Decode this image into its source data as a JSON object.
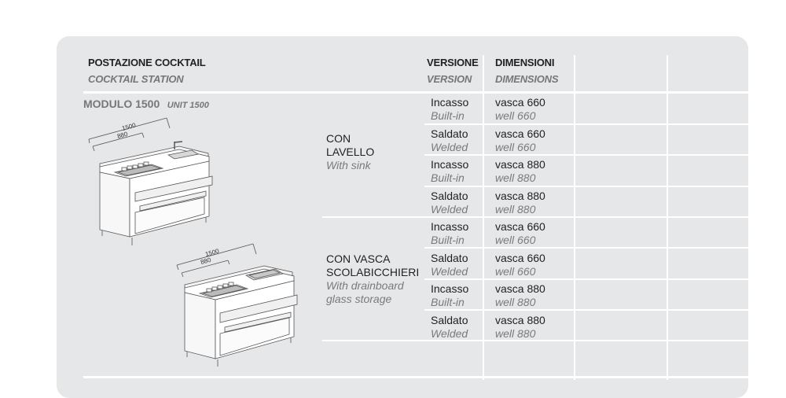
{
  "header": {
    "station_it": "POSTAZIONE COCKTAIL",
    "station_en": "COCKTAIL STATION",
    "version_it": "VERSIONE",
    "version_en": "VERSION",
    "dimensions_it": "DIMENSIONI",
    "dimensions_en": "DIMENSIONS"
  },
  "module": {
    "label": "MODULO 1500",
    "label_en": "UNIT 1500"
  },
  "drawing_top": {
    "width_total": "1500",
    "width_basin": "880"
  },
  "drawing_bottom": {
    "width_total": "1500",
    "width_basin": "880"
  },
  "groups": [
    {
      "line1": "CON",
      "line2": "LAVELLO",
      "en": "With sink"
    },
    {
      "line1": "CON VASCA",
      "line2": "SCOLABICCHIERI",
      "en1": "With drainboard",
      "en2": "glass storage"
    }
  ],
  "rows": [
    {
      "version": "Incasso",
      "version_en": "Built-in",
      "dim": "vasca 660",
      "dim_en": "well 660"
    },
    {
      "version": "Saldato",
      "version_en": "Welded",
      "dim": "vasca 660",
      "dim_en": "well 660"
    },
    {
      "version": "Incasso",
      "version_en": "Built-in",
      "dim": "vasca 880",
      "dim_en": "well 880"
    },
    {
      "version": "Saldato",
      "version_en": "Welded",
      "dim": "vasca 880",
      "dim_en": "well 880"
    },
    {
      "version": "Incasso",
      "version_en": "Built-in",
      "dim": "vasca 660",
      "dim_en": "well 660"
    },
    {
      "version": "Saldato",
      "version_en": "Welded",
      "dim": "vasca 660",
      "dim_en": "well 660"
    },
    {
      "version": "Incasso",
      "version_en": "Built-in",
      "dim": "vasca 880",
      "dim_en": "well 880"
    },
    {
      "version": "Saldato",
      "version_en": "Welded",
      "dim": "vasca 880",
      "dim_en": "well 880"
    }
  ]
}
